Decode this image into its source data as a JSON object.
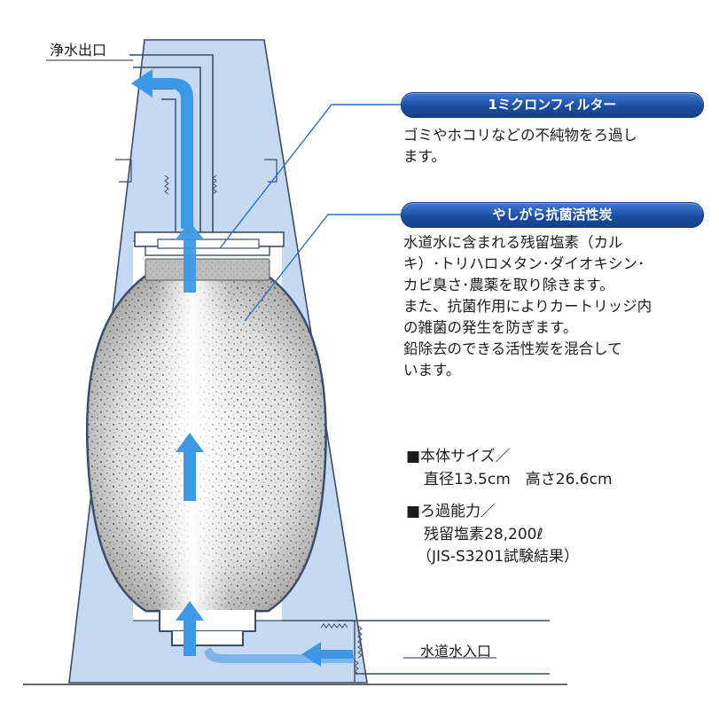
{
  "labels": {
    "outlet": "浄水出口",
    "inlet": "水道水入口"
  },
  "filter": {
    "title": "1ミクロンフィルター",
    "lines": [
      "ゴミやホコリなどの不純物をろ過し",
      "ます。"
    ]
  },
  "carbon": {
    "title": "やしがら抗菌活性炭",
    "lines": [
      "水道水に含まれる残留塩素（カル",
      "キ）･トリハロメタン･ダイオキシン･",
      "カビ臭さ･農薬を取り除きます。",
      "また、抗菌作用によりカートリッジ内",
      "の雑菌の発生を防ぎます。",
      "鉛除去のできる活性炭を混合して",
      "います。"
    ]
  },
  "specs": {
    "size_title": "■本体サイズ／",
    "size_value": "直径13.5cm　高さ26.6cm",
    "capacity_title": "■ろ過能力／",
    "capacity_value": "残留塩素28,200ℓ",
    "capacity_note": "（JIS-S3201試験結果）"
  },
  "colors": {
    "housing": "#c5daf2",
    "callout_line": "#2f6fc4",
    "flow_arrow": "#3d98e6",
    "pill": "#1f55aa"
  }
}
